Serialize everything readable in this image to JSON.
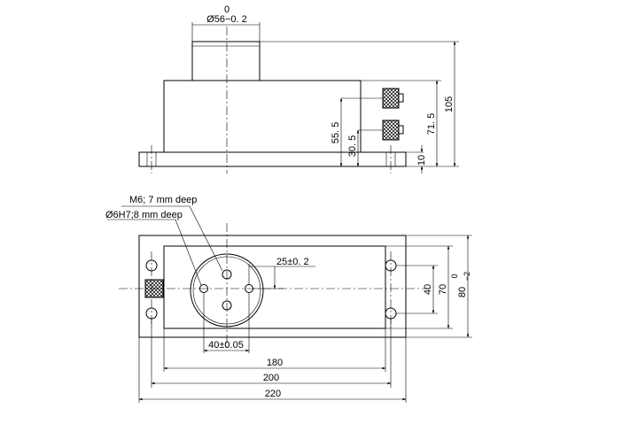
{
  "side_view": {
    "top_tol": "0",
    "top_dia": "Ø56−0. 2",
    "dim_105": "105",
    "dim_71_5": "71. 5",
    "dim_55_5": "55. 5",
    "dim_30_5": "30. 5",
    "dim_10": "10"
  },
  "top_view": {
    "m6_label": "M6; 7 mm deep",
    "d6_label": "Ø6H7;8 mm deep",
    "dim_25": "25±0. 2",
    "dim_40_05": "40±0.05",
    "dim_40": "40",
    "dim_70": "70",
    "dim_80_base": "80",
    "dim_80_tol_upper": "0",
    "dim_80_tol_lower": "−2",
    "dim_180": "180",
    "dim_200": "200",
    "dim_220": "220"
  }
}
